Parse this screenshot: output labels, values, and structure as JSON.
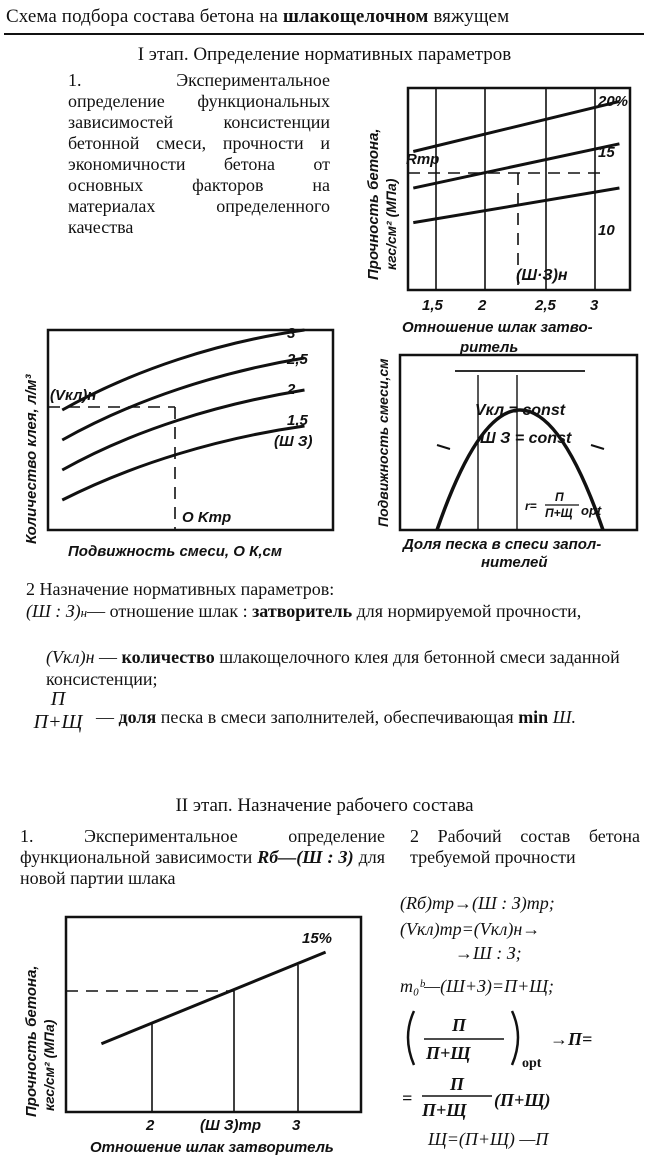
{
  "header": {
    "title_pre": "Схема подбора состава бетона на",
    "title_bold": "шлакощелочном",
    "title_post": "вяжущем"
  },
  "stage1": {
    "title": "I этап. Определение нормативных параметров",
    "step1": "1. Экспериментальное определение функциональных зависимостей консистенции бетонной смеси, прочности и экономичности бетона от основных факторов на материалах определенного качества"
  },
  "chart_strength": {
    "ylabel_line1": "Прочность бетона,",
    "ylabel_line2": "кгс/см² (МПа)",
    "xlabel_line1": "Отношение шлак затво-",
    "xlabel_line2": "ритель",
    "x_ticks": [
      "1,5",
      "2",
      "2,5",
      "3"
    ],
    "rtr_label": "Rтр",
    "sz_label": "(Ш·З)н",
    "series": [
      {
        "name": "20%",
        "x": [
          1.25,
          3.2
        ],
        "y": [
          0.72,
          0.98
        ]
      },
      {
        "name": "15",
        "x": [
          1.25,
          3.2
        ],
        "y": [
          0.53,
          0.76
        ]
      },
      {
        "name": "10",
        "x": [
          1.25,
          3.2
        ],
        "y": [
          0.35,
          0.53
        ]
      }
    ],
    "xlim": [
      1.2,
      3.3
    ],
    "ylim": [
      0,
      1.05
    ]
  },
  "chart_glue": {
    "ylabel": "Количество клея, л/м³",
    "xlabel": "Подвижность смеси, О К,см",
    "vkl_label": "(Vкл)н",
    "ok_label": "О Kтр",
    "sz_note": "(Ш З)",
    "series": [
      {
        "name": "3",
        "x": [
          0.05,
          0.3,
          0.6,
          0.9
        ],
        "y": [
          0.6,
          0.8,
          0.94,
          1.0
        ]
      },
      {
        "name": "2,5",
        "x": [
          0.05,
          0.3,
          0.6,
          0.9
        ],
        "y": [
          0.45,
          0.65,
          0.79,
          0.86
        ]
      },
      {
        "name": "2",
        "x": [
          0.05,
          0.3,
          0.6,
          0.9
        ],
        "y": [
          0.3,
          0.5,
          0.63,
          0.7
        ]
      },
      {
        "name": "1,5",
        "x": [
          0.05,
          0.3,
          0.6,
          0.9
        ],
        "y": [
          0.15,
          0.33,
          0.46,
          0.52
        ]
      }
    ]
  },
  "chart_mobility": {
    "ylabel": "Подвижность смеси,см",
    "xlabel_line1": "Доля песка в спеси запол-",
    "xlabel_line2": "нителей",
    "vkl_const": "Vкл = const",
    "sz_const": "Ш З = const",
    "r_label_pre": "r=",
    "r_num": "П",
    "r_den": "П+Щ",
    "r_sub": "opt"
  },
  "step2": {
    "title": "2 Назначение нормативных параметров:",
    "def1_sym": "(Ш : З)",
    "def1_sub": "н",
    "def1_text_pre": "— отношение шлак : ",
    "def1_text_bold": "затворитель",
    "def1_text_post": " для нормируемой прочности,",
    "def2_sym": "(Vкл)н",
    "def2_text_pre": "— ",
    "def2_text_bold": "количество",
    "def2_text_post": " шлакощелочного клея для бетонной смеси заданной консистенции;",
    "def3_num": "П",
    "def3_den": "П+Щ",
    "def3_text_pre": "— ",
    "def3_text_bold": "доля",
    "def3_text_post": " песка в смеси заполнителей, обеспечивающая ",
    "def3_min_bold": "min",
    "def3_min_sym": "Ш."
  },
  "stage2": {
    "title": "II этап. Назначение рабочего состава",
    "step1_pre": "1. Экспериментальное определение функциональной зависимости ",
    "step1_sym": "Rб—(Ш : З)",
    "step1_post": " для новой партии шлака",
    "step2": "2 Рабочий состав бетона требуемой прочности"
  },
  "chart_work": {
    "ylabel_line1": "Прочность бетона,",
    "ylabel_line2": "кгс/см² (МПа)",
    "xlabel": "Отношение шлак затворитель",
    "series": [
      {
        "name": "15%",
        "x": [
          1.6,
          3.5
        ],
        "y": [
          0.35,
          0.82
        ]
      }
    ],
    "x_ticks": [
      "2",
      "(Ш З)тр",
      "3"
    ],
    "xlim": [
      1.3,
      3.8
    ],
    "ylim": [
      0,
      1
    ]
  },
  "formulas": {
    "f1": "(Rб)тр→(Ш : З)тр;",
    "f2a": "(Vкл)тр=(Vкл)н→",
    "f2b": "→Ш : З;",
    "f3": "m₀ᵇ—(Ш+З)=П+Щ;",
    "f4_num": "П",
    "f4_den": "П+Щ",
    "f4_sub": "opt",
    "f4_post": "→П=",
    "f5_pre": "=",
    "f5_num": "П",
    "f5_den": "П+Щ",
    "f5_post": "(П+Щ)",
    "f6": "Щ=(П+Щ) —П"
  }
}
